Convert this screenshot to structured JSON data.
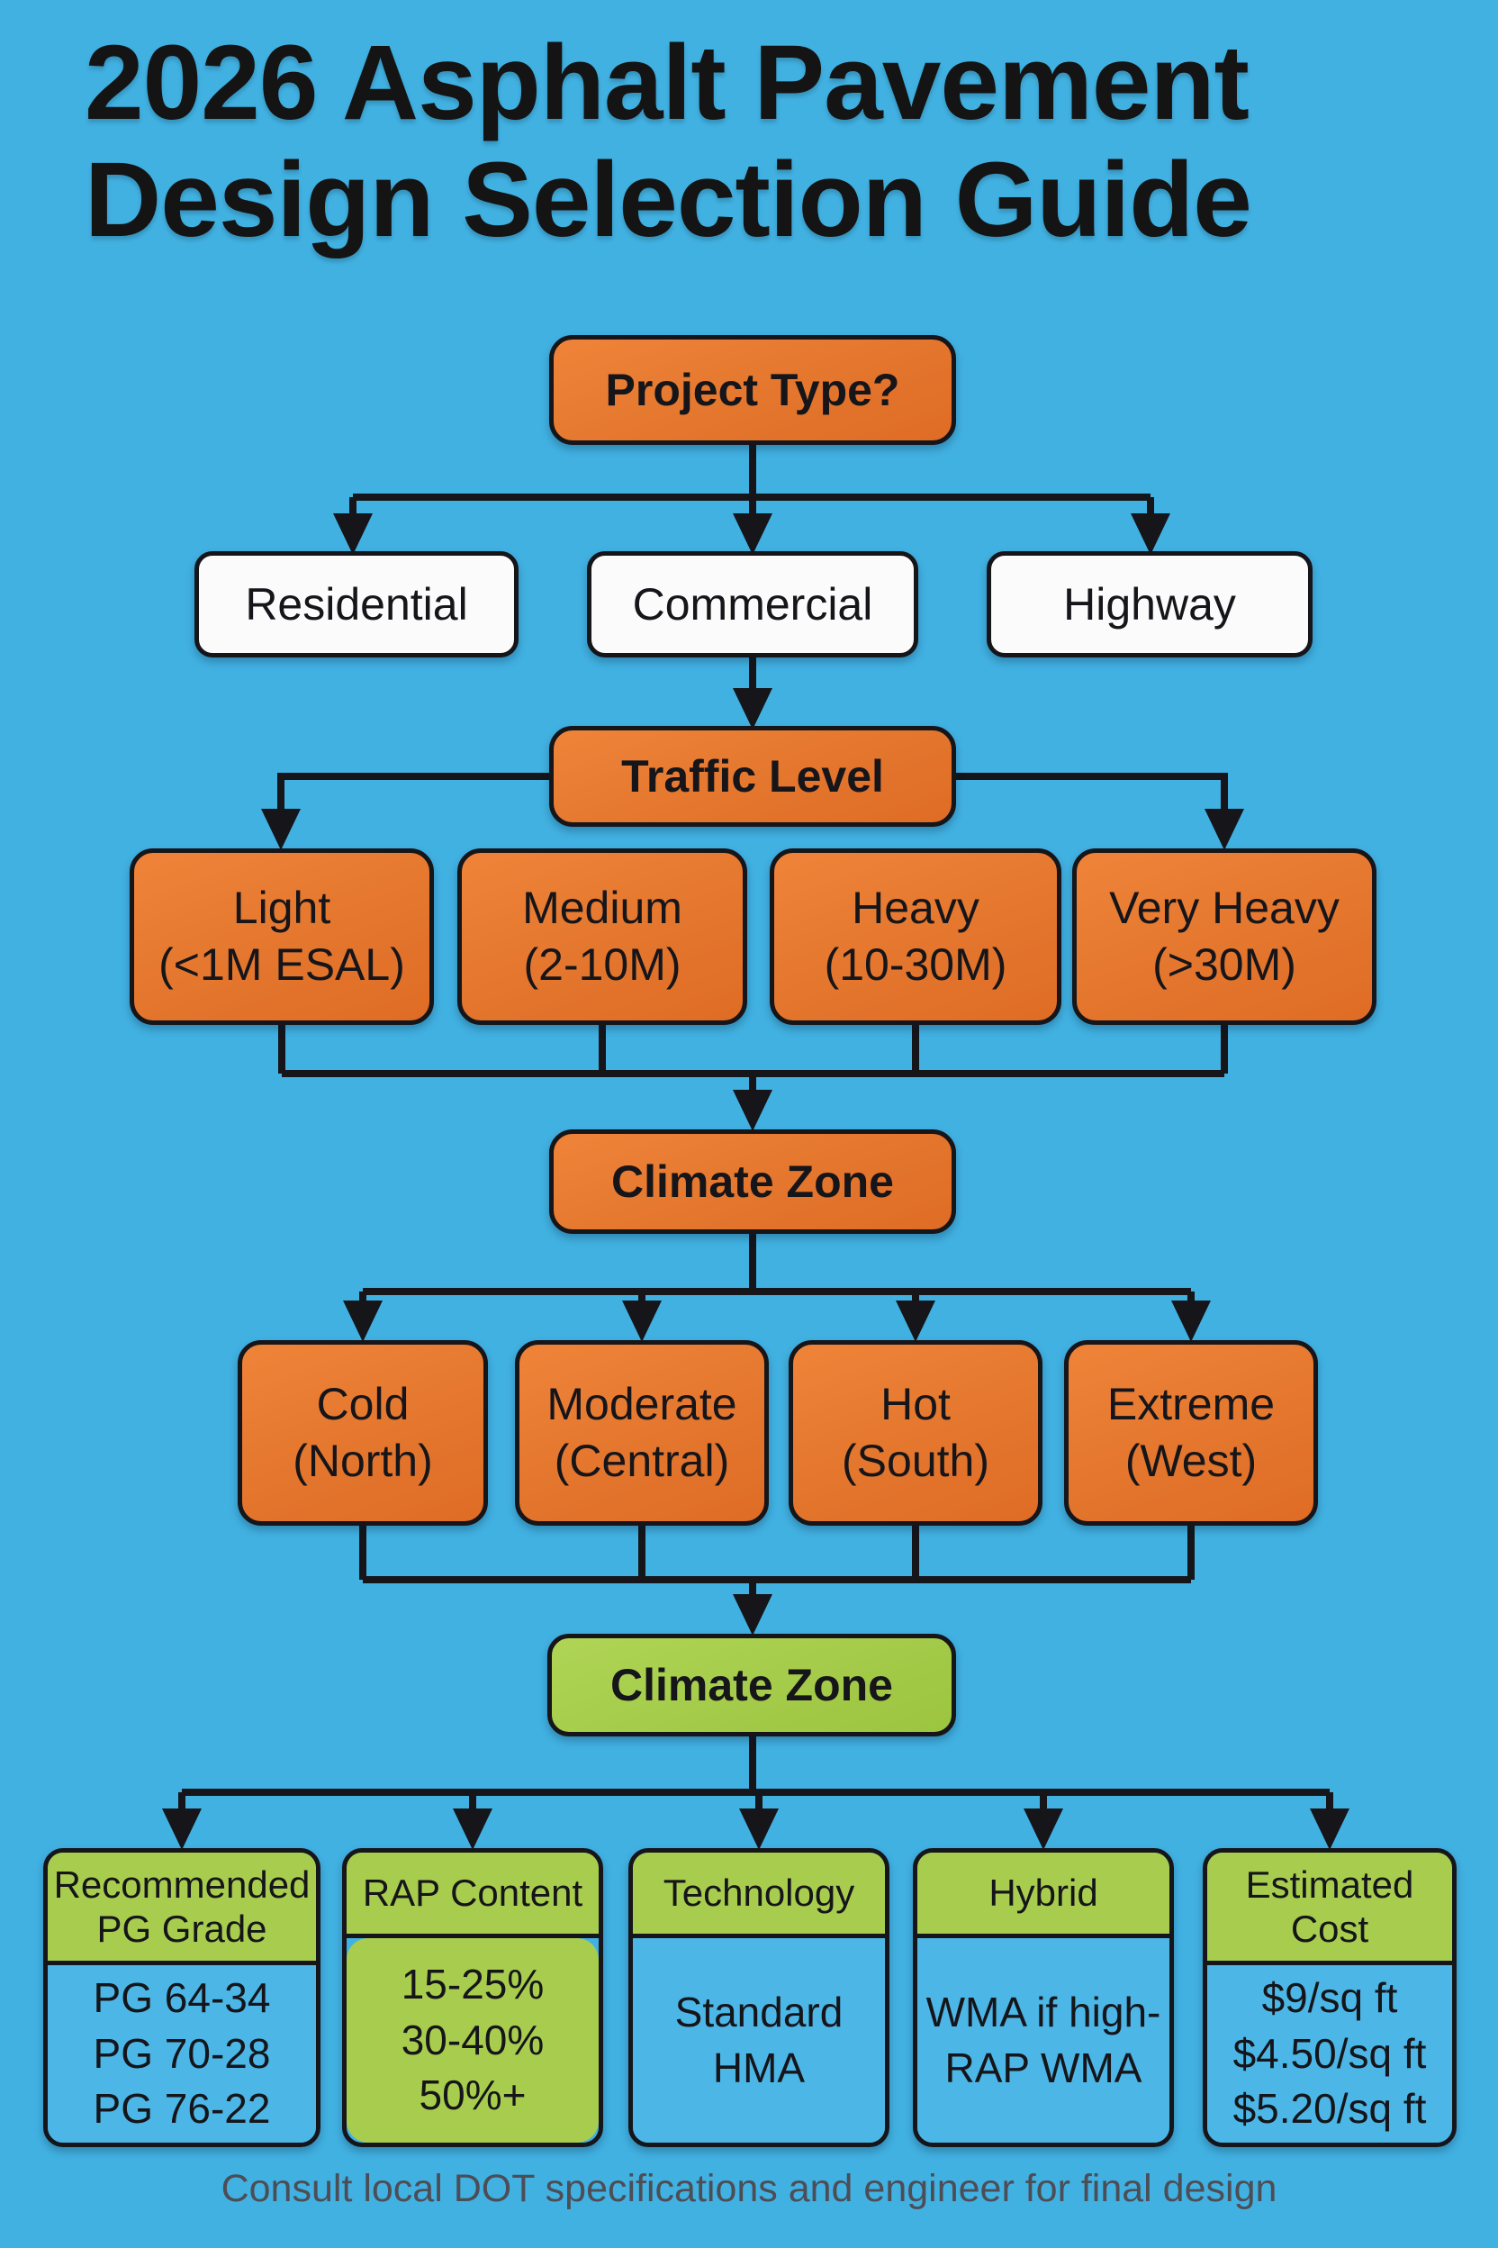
{
  "title": {
    "line1": "2026 Asphalt Pavement",
    "line2": "Design Selection Guide"
  },
  "colors": {
    "background": "#41b1e2",
    "node_orange": "#e4762e",
    "node_white": "#fbfbfb",
    "node_green": "#a3ca48",
    "body_blue": "#4cb6e6",
    "line_black": "#15151a",
    "footer_gray": "#4d4d56"
  },
  "flow": {
    "project_type": {
      "label": "Project Type?"
    },
    "project_options": [
      {
        "label": "Residential"
      },
      {
        "label": "Commercial"
      },
      {
        "label": "Highway"
      }
    ],
    "traffic_level": {
      "label": "Traffic Level"
    },
    "traffic_options": [
      {
        "label": "Light",
        "sublabel": "(<1M ESAL)"
      },
      {
        "label": "Medium",
        "sublabel": "(2-10M)"
      },
      {
        "label": "Heavy",
        "sublabel": "(10-30M)"
      },
      {
        "label": "Very Heavy",
        "sublabel": "(>30M)"
      }
    ],
    "climate_zone": {
      "label": "Climate Zone"
    },
    "climate_options": [
      {
        "label": "Cold",
        "sublabel": "(North)"
      },
      {
        "label": "Moderate",
        "sublabel": "(Central)"
      },
      {
        "label": "Hot",
        "sublabel": "(South)"
      },
      {
        "label": "Extreme",
        "sublabel": "(West)"
      }
    ],
    "result_header": {
      "label": "Climate Zone"
    },
    "results": [
      {
        "header": "Recommended PG Grade",
        "lines": [
          "PG 64-34",
          "PG 70-28",
          "PG 76-22"
        ]
      },
      {
        "header": "RAP Content",
        "lines": [
          "15-25%",
          "30-40%",
          "50%+"
        ]
      },
      {
        "header": "Technology",
        "lines": [
          "Standard HMA"
        ]
      },
      {
        "header": "Hybrid",
        "lines": [
          "WMA if high-RAP WMA"
        ]
      },
      {
        "header": "Estimated Cost",
        "lines": [
          "$9/sq ft",
          "$4.50/sq ft",
          "$5.20/sq ft"
        ]
      }
    ]
  },
  "footer": "Consult local DOT specifications and engineer for final design"
}
